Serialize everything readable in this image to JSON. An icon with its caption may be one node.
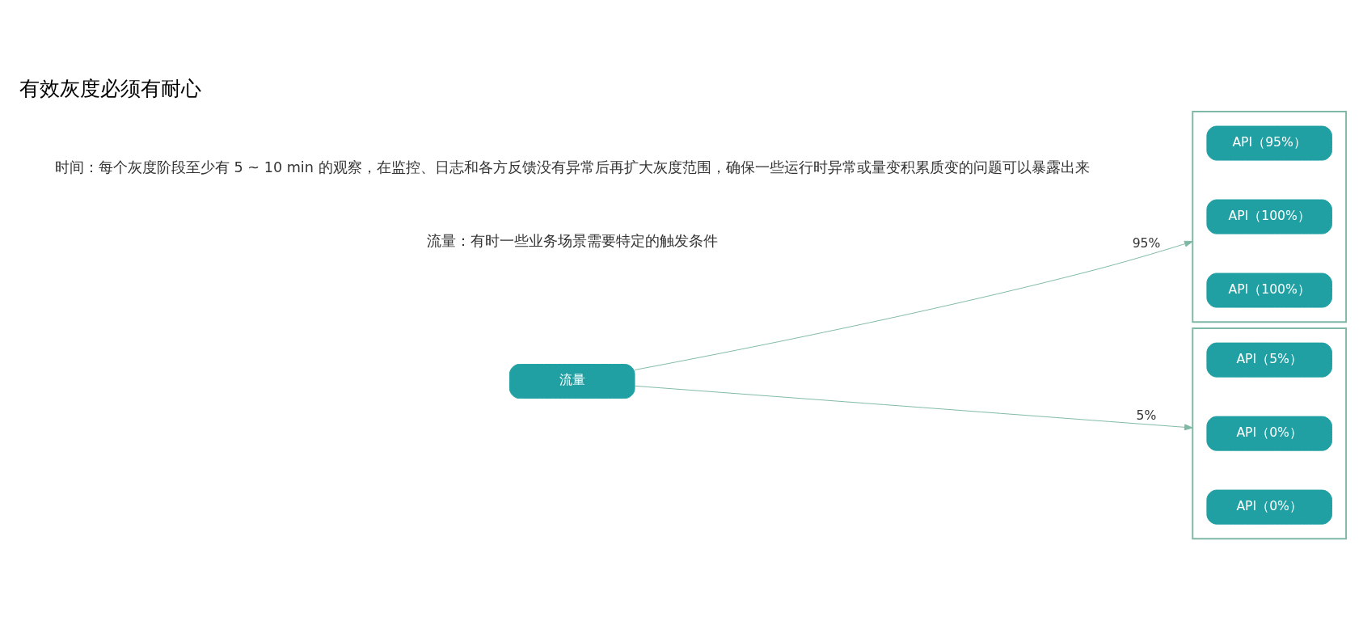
{
  "diagram": {
    "title": "有效灰度必须有耐心",
    "nodes": [
      {
        "text": [
          "流量"
        ]
      },
      {
        "text": [],
        "shape": "box"
      },
      {
        "text": [
          "API（95%）"
        ],
        "in": 1
      },
      {
        "text": [
          "API（100%）"
        ],
        "in": 1
      },
      {
        "text": [
          "API（100%）"
        ],
        "in": 1
      },
      {
        "text": [],
        "shape": "box"
      },
      {
        "text": [
          "API（5%）"
        ],
        "in": 5
      },
      {
        "text": [
          "API（0%）"
        ],
        "in": 5
      },
      {
        "text": [
          "API（0%）"
        ],
        "in": 5
      }
    ],
    "edges": [
      {
        "from": 0,
        "to": 1,
        "arrow": "to",
        "label": "95%"
      },
      {
        "from": 0,
        "to": 5,
        "arrow": "to",
        "label": "5%"
      }
    ],
    "labels": [
      "时间：每个灰度阶段至少有 5 ~ 10 min 的观察，在监控、日志和各方反馈没有异常后再扩大灰度范围，确保一些运行时异常或量变积累质变的问题可以暴露出来",
      "流量：有时一些业务场景需要特定的触发条件"
    ]
  }
}
